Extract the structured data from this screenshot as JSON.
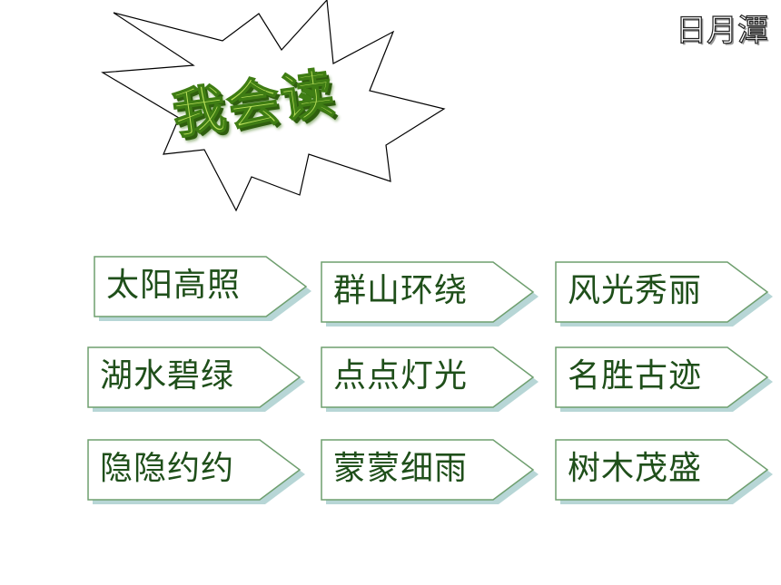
{
  "corner_title": "日月潭",
  "header_title": "我会读",
  "colors": {
    "card_border": "#6f9f6f",
    "card_shadow": "#b7d6d6",
    "text": "#1f4f1a",
    "title_fill": "#b9e05a",
    "title_stroke": "#3f7d14"
  },
  "cards": [
    {
      "text": "太阳高照"
    },
    {
      "text": "群山环绕"
    },
    {
      "text": "风光秀丽"
    },
    {
      "text": "湖水碧绿"
    },
    {
      "text": "点点灯光"
    },
    {
      "text": "名胜古迹"
    },
    {
      "text": "隐隐约约"
    },
    {
      "text": "蒙蒙细雨"
    },
    {
      "text": "树木茂盛"
    }
  ]
}
